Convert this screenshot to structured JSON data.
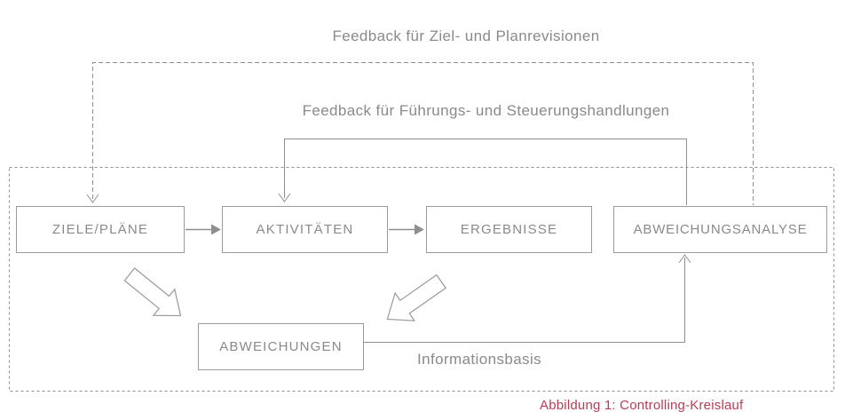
{
  "diagram": {
    "title_caption": "Abbildung 1: Controlling-Kreislauf",
    "feedback_plan_label": "Feedback für Ziel- und Planrevisionen",
    "feedback_steering_label": "Feedback für Führungs- und Steuerungshandlungen",
    "informationsbasis_label": "Informationsbasis",
    "boxes": [
      {
        "id": "ziele",
        "label": "ZIELE/PLÄNE"
      },
      {
        "id": "aktivitaeten",
        "label": "AKTIVITÄTEN"
      },
      {
        "id": "ergebnisse",
        "label": "ERGEBNISSE"
      },
      {
        "id": "abweichungsanalyse",
        "label": "ABWEICHUNGSANALYSE"
      },
      {
        "id": "abweichungen",
        "label": "ABWEICHUNGEN"
      }
    ],
    "edges": [
      {
        "from": "ZIELE/PLÄNE",
        "to": "AKTIVITÄTEN",
        "style": "solid-arrow"
      },
      {
        "from": "AKTIVITÄTEN",
        "to": "ERGEBNISSE",
        "style": "solid-arrow"
      },
      {
        "from": "ZIELE/PLÄNE",
        "to": "ABWEICHUNGEN",
        "style": "block-arrow"
      },
      {
        "from": "ERGEBNISSE",
        "to": "ABWEICHUNGEN",
        "style": "block-arrow"
      },
      {
        "from": "ABWEICHUNGEN",
        "to": "ABWEICHUNGSANALYSE",
        "style": "solid-arrow",
        "label": "Informationsbasis"
      },
      {
        "from": "ABWEICHUNGSANALYSE",
        "to": "AKTIVITÄTEN",
        "style": "solid-loop",
        "label": "Feedback für Führungs- und Steuerungshandlungen"
      },
      {
        "from": "ABWEICHUNGSANALYSE",
        "to": "ZIELE/PLÄNE",
        "style": "dashed-loop",
        "label": "Feedback für Ziel- und Planrevisionen"
      }
    ],
    "colors": {
      "line_gray": "#8f8f8f",
      "box_border_gray": "#9a9a9a",
      "text_gray": "#8a8a8a",
      "caption_red": "#b73e53",
      "background": "#ffffff"
    }
  }
}
